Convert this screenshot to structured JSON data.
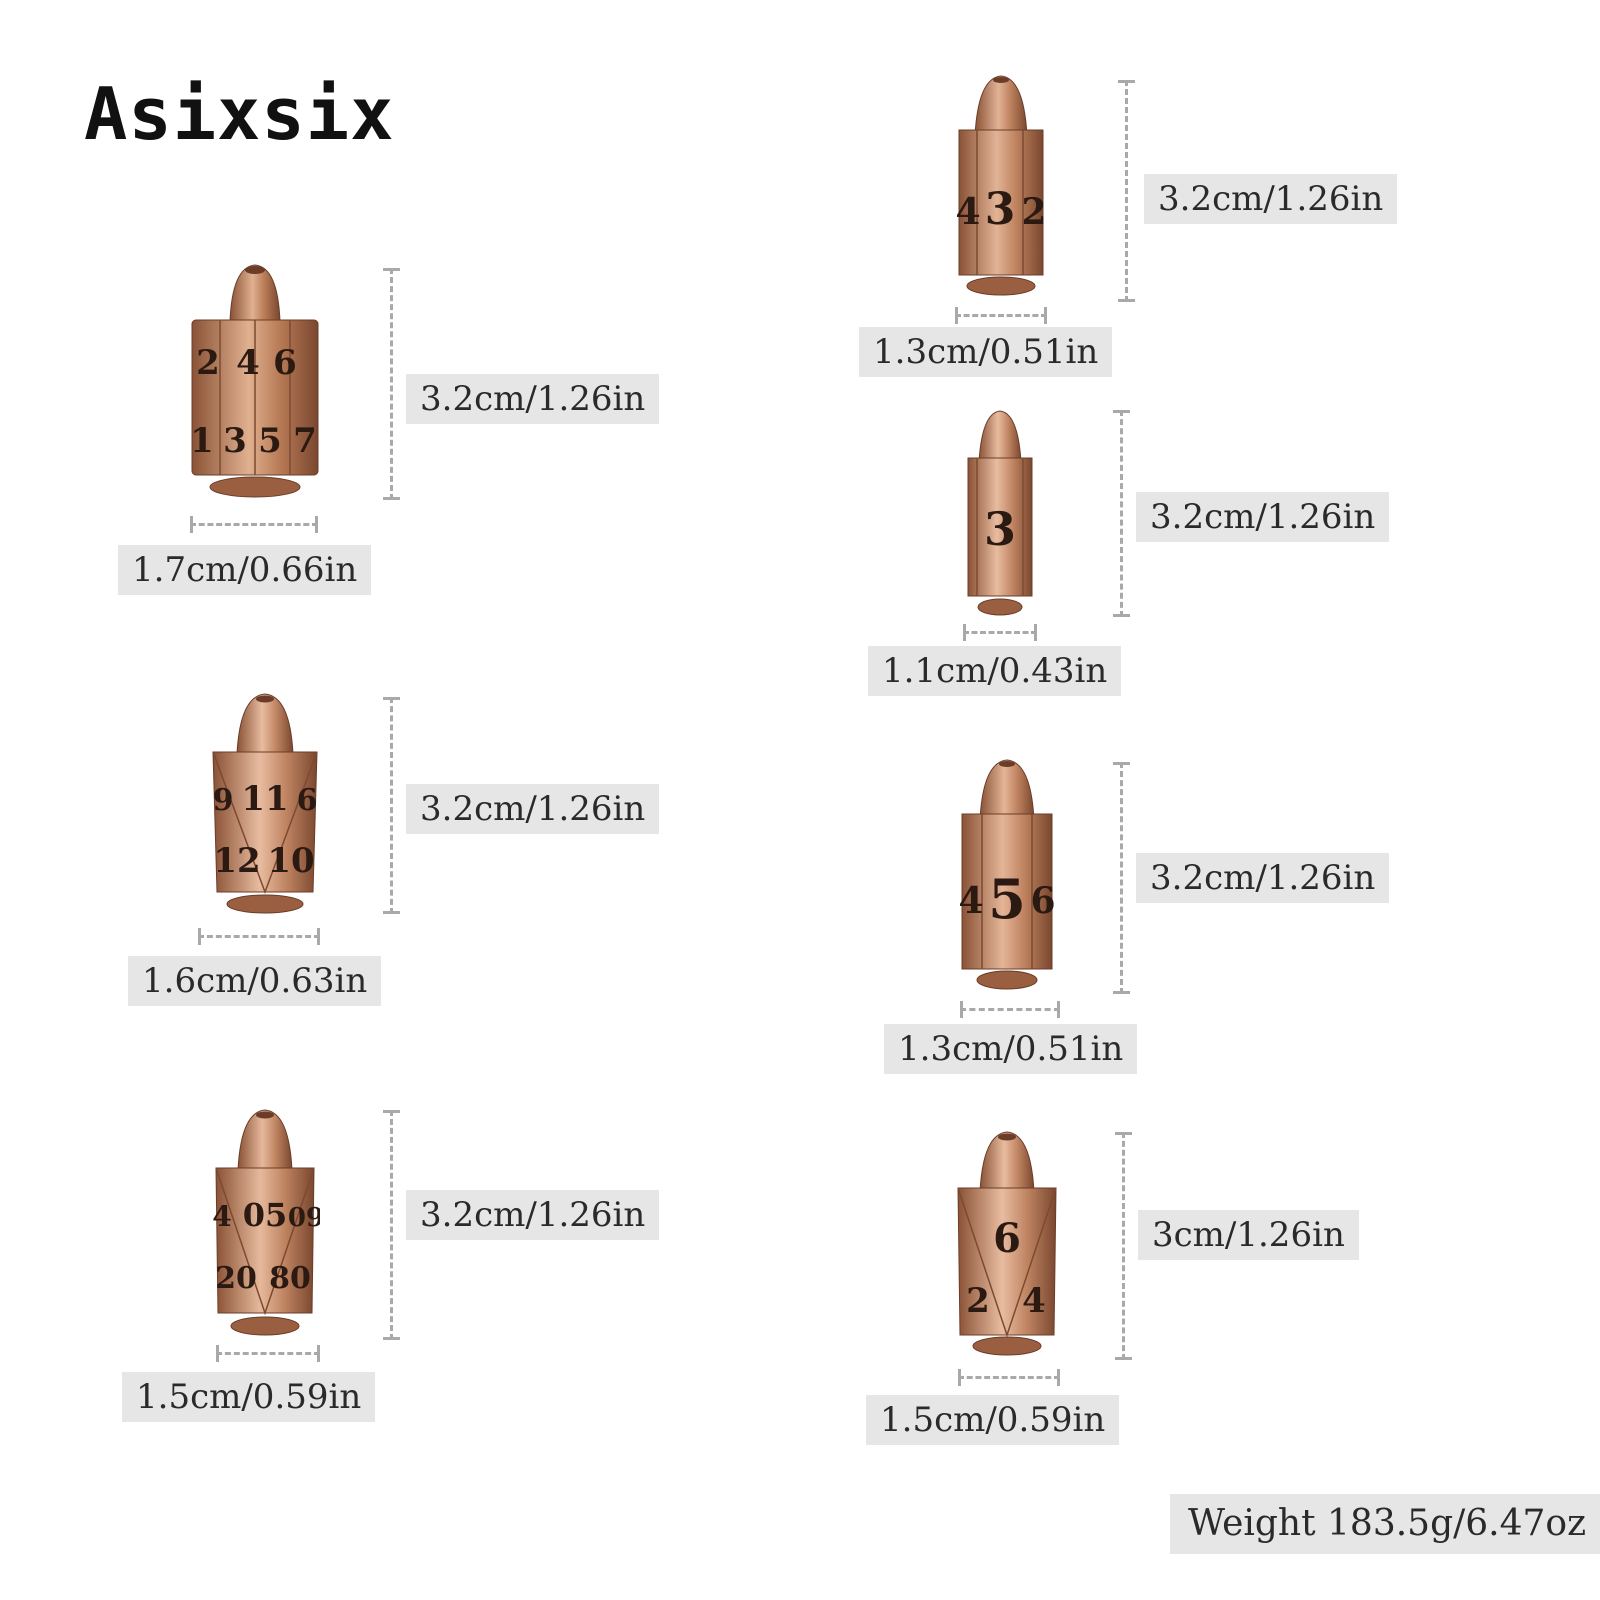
{
  "brand": "Asixsix",
  "colors": {
    "copper": "#b77a55",
    "copper_dark": "#7d4a31",
    "copper_light": "#e2b293",
    "engraving": "#2b1a12",
    "label_bg": "#e6e6e6",
    "guide": "#a9a9a9"
  },
  "dice": [
    {
      "height": "3.2cm/1.26in",
      "width": "1.7cm/0.66in",
      "faces": [
        "2",
        "4",
        "6",
        "1",
        "3",
        "5",
        "7"
      ]
    },
    {
      "height": "3.2cm/1.26in",
      "width": "1.6cm/0.63in",
      "faces": [
        "9",
        "11",
        "6",
        "12",
        "10"
      ]
    },
    {
      "height": "3.2cm/1.26in",
      "width": "1.5cm/0.59in",
      "faces": [
        "4",
        "05",
        "09",
        "20",
        "80"
      ]
    },
    {
      "height": "3.2cm/1.26in",
      "width": "1.3cm/0.51in",
      "faces": [
        "4",
        "3",
        "2"
      ]
    },
    {
      "height": "3.2cm/1.26in",
      "width": "1.1cm/0.43in",
      "faces": [
        "3"
      ]
    },
    {
      "height": "3.2cm/1.26in",
      "width": "1.3cm/0.51in",
      "faces": [
        "4",
        "5",
        "6"
      ]
    },
    {
      "height": "3cm/1.26in",
      "width": "1.5cm/0.59in",
      "faces": [
        "6",
        "2",
        "4"
      ]
    }
  ],
  "weight": "Weight 183.5g/6.47oz"
}
